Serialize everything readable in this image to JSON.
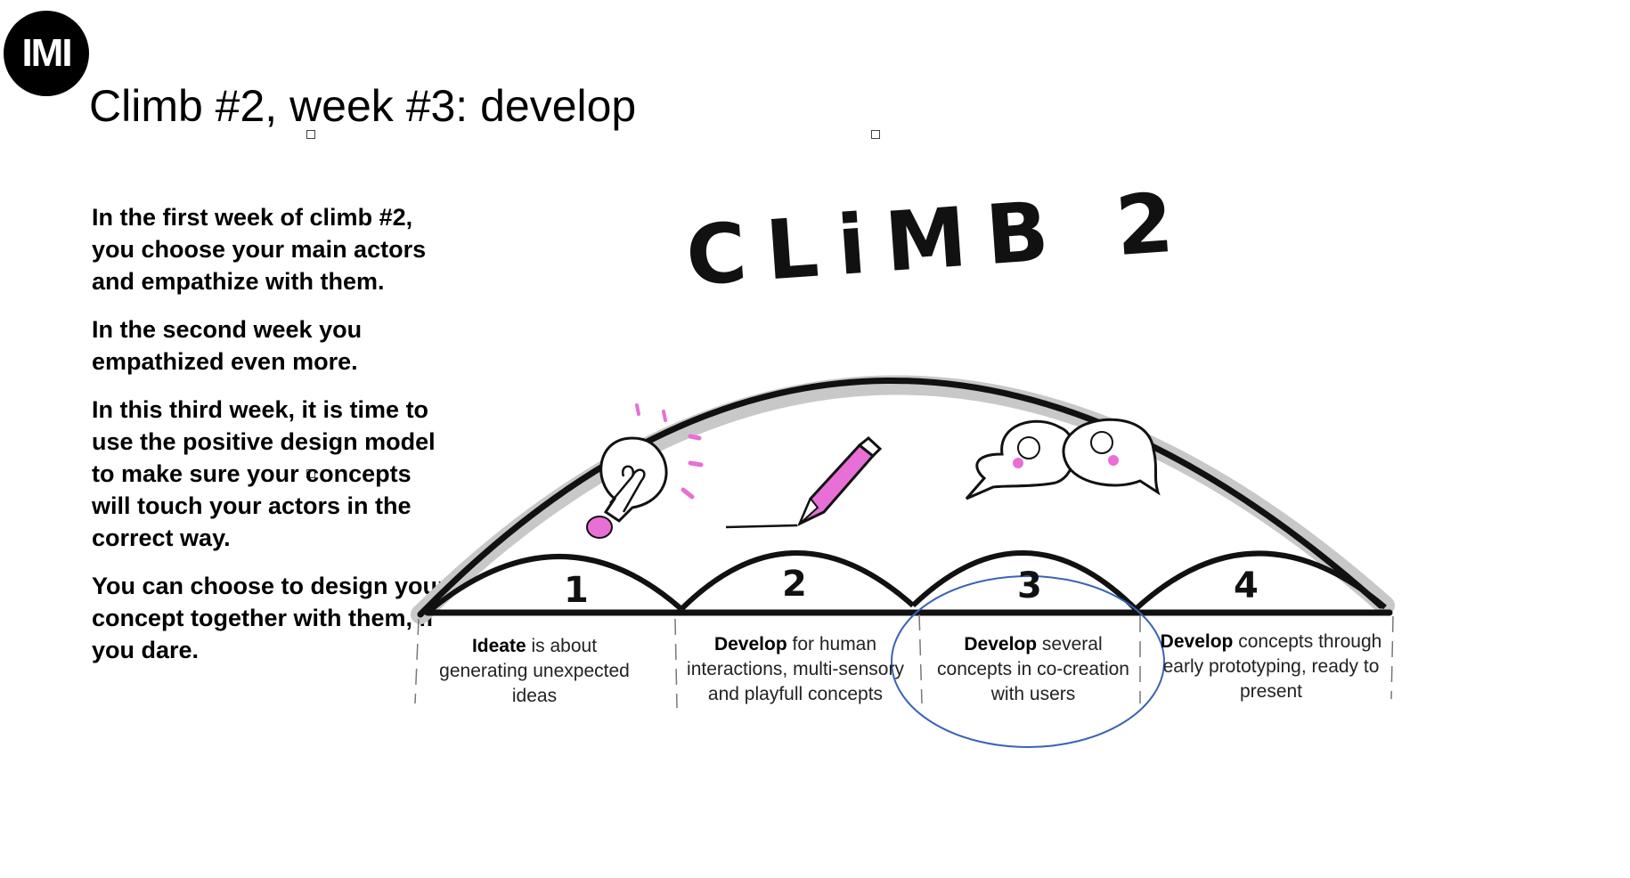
{
  "logo": {
    "text": "IMI"
  },
  "slide": {
    "title": "Climb #2, week #3: develop"
  },
  "intro": {
    "p1": "In the first week of climb #2, you choose your main actors and empathize with them.",
    "p2": "In the second week you empathized even more.",
    "p3": "In this third week, it is time to use the positive design model to make sure your concepts will touch your actors in the correct way.",
    "p4": "You can choose to design your concept together with them, if you dare."
  },
  "diagram": {
    "climb_label": "CLiMB 2",
    "phases": [
      {
        "number": "1",
        "bold": "Ideate",
        "rest": " is about generating unexpected ideas",
        "icon": "lightbulb-icon"
      },
      {
        "number": "2",
        "bold": "Develop",
        "rest": " for human interactions, multi-sensory and playfull concepts",
        "icon": "pencil-icon"
      },
      {
        "number": "3",
        "bold": "Develop",
        "rest": " several concepts in co-creation with users",
        "icon": "speech-bubbles-icon"
      },
      {
        "number": "4",
        "bold": "Develop",
        "rest": " concepts through early prototyping, ready to present",
        "icon": ""
      }
    ],
    "highlight_color": "#3a63b8",
    "accent_color": "#e86fd6"
  }
}
